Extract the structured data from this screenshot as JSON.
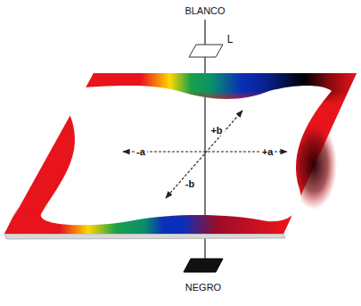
{
  "diagram": {
    "labels": [
      "BLANCO",
      "L",
      "+b",
      "-a",
      "+a",
      "-b",
      "NEGRO"
    ]
  }
}
